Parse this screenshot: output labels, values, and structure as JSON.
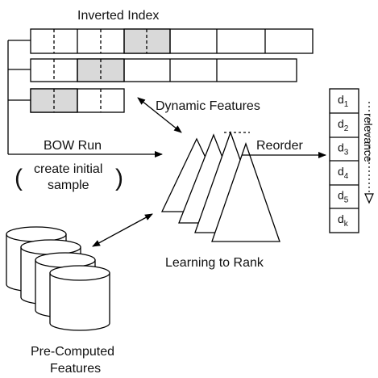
{
  "labels": {
    "inverted_index": "Inverted Index",
    "dynamic_features": "Dynamic Features",
    "bow_run": "BOW Run",
    "create_initial": "create initial",
    "sample": "sample",
    "paren_open": "(",
    "paren_close": ")",
    "reorder": "Reorder",
    "learning_to_rank": "Learning to Rank",
    "pre_computed": "Pre-Computed",
    "features": "Features",
    "relevance": "relevance"
  },
  "ranked_docs": [
    {
      "base": "d",
      "sub": "1"
    },
    {
      "base": "d",
      "sub": "2"
    },
    {
      "base": "d",
      "sub": "3"
    },
    {
      "base": "d",
      "sub": "4"
    },
    {
      "base": "d",
      "sub": "5"
    },
    {
      "base": "d",
      "sub": "k"
    }
  ],
  "colors": {
    "stroke": "#000000",
    "highlight_cell": "#d9d9d9",
    "background": "#ffffff"
  }
}
